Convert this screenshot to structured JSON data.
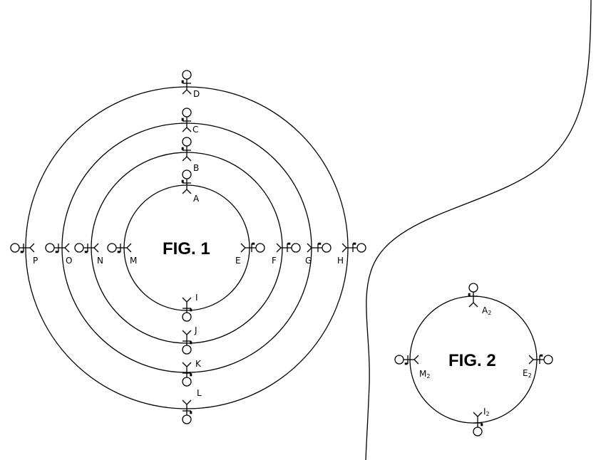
{
  "fig1": {
    "title": "FIG. 1",
    "labels": [
      "A",
      "B",
      "C",
      "D",
      "E",
      "F",
      "G",
      "H",
      "I",
      "J",
      "K",
      "L",
      "M",
      "N",
      "O",
      "P"
    ]
  },
  "fig2": {
    "title": "FIG. 2",
    "labels": [
      {
        "main": "A",
        "sub": "2"
      },
      {
        "main": "E",
        "sub": "2"
      },
      {
        "main": "I",
        "sub": "2"
      },
      {
        "main": "M",
        "sub": "2"
      }
    ]
  }
}
